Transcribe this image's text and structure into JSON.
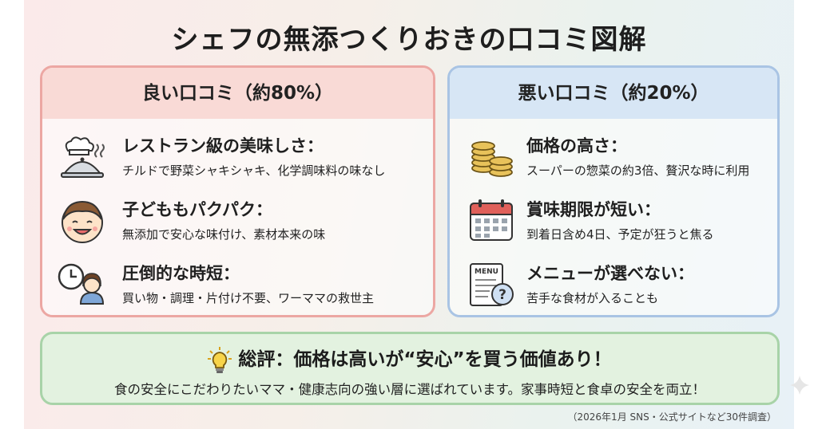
{
  "title": "シェフの無添つくりおきの口コミ図解",
  "good": {
    "header": "良い口コミ（約80%）",
    "items": [
      {
        "icon": "cloche-chef-hat-icon",
        "title": "レストラン級の美味しさ：",
        "desc": "チルドで野菜シャキシャキ、化学調味料の味なし"
      },
      {
        "icon": "smiling-child-icon",
        "title": "子どももパクパク：",
        "desc": "無添加で安心な味付け、素材本来の味"
      },
      {
        "icon": "clock-woman-icon",
        "title": "圧倒的な時短：",
        "desc": "買い物・調理・片付け不要、ワーママの救世主"
      }
    ]
  },
  "bad": {
    "header": "悪い口コミ（約20%）",
    "items": [
      {
        "icon": "coin-stack-icon",
        "title": "価格の高さ：",
        "desc": "スーパーの惣菜の約3倍、贅沢な時に利用"
      },
      {
        "icon": "calendar-icon",
        "title": "賞味期限が短い：",
        "desc": "到着日含め4日、予定が狂うと焦る"
      },
      {
        "icon": "menu-question-icon",
        "title": "メニューが選べない：",
        "desc": "苦手な食材が入ることも",
        "menu_label": "MENU"
      }
    ]
  },
  "summary": {
    "icon": "lightbulb-icon",
    "title": "総評：価格は高いが“安心”を買う価値あり！",
    "text": "食の安全にこだわりたいママ・健康志向の強い層に選ばれています。家事時短と食卓の安全を両立！"
  },
  "footnote": "（2026年1月 SNS・公式サイトなど30件調査）",
  "colors": {
    "good_border": "#eca7a3",
    "good_header": "#f9dad6",
    "bad_border": "#a9c4e4",
    "bad_header": "#d7e6f5",
    "summary_border": "#a8d3a8",
    "summary_bg": "#e3f2e0"
  }
}
